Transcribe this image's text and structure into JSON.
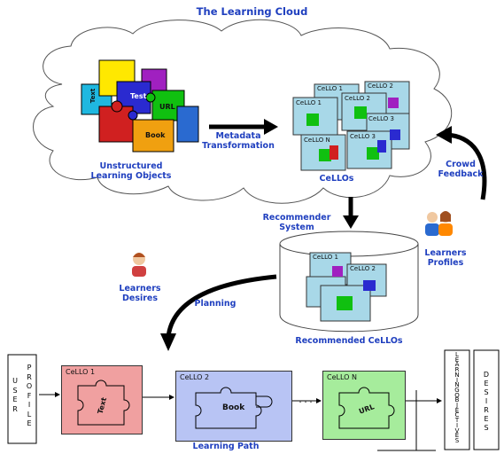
{
  "title": "The Learning Cloud",
  "labels": {
    "unstructured": [
      "Unstructured",
      "Learning Objects"
    ],
    "metadata": [
      "Metadata",
      "Transformation"
    ],
    "cellos": "CeLLOs",
    "crowd": [
      "Crowd",
      "Feedback"
    ],
    "recommender": [
      "Recommender",
      "System"
    ],
    "learners_profiles": [
      "Learners",
      "Profiles"
    ],
    "learners_desires": [
      "Learners",
      "Desires"
    ],
    "planning": "Planning",
    "recommended": "Recommended CeLLOs",
    "learning_path": "Learning Path"
  },
  "puzzle_words": [
    "Test",
    "Text",
    "URL",
    "Book"
  ],
  "cloud_cards": [
    "CeLLO 1",
    "CeLLO 2",
    "CeLLO 3",
    "CeLLO N"
  ],
  "path": {
    "user_profile": [
      "U",
      "S",
      "E",
      "R",
      "",
      "P",
      "R",
      "O",
      "F",
      "I",
      "L",
      "E"
    ],
    "cells": [
      {
        "title": "CeLLO 1",
        "word": "Text",
        "color": "#f0a0a0"
      },
      {
        "title": "CeLLO 2",
        "word": "Book",
        "color": "#b8c4f4"
      },
      {
        "title": "CeLLO N",
        "word": "URL",
        "color": "#a6ec9c"
      }
    ],
    "ellipsis": "· · ·",
    "learning_objectives": [
      "L",
      "E",
      "A",
      "R",
      "N",
      "I",
      "N",
      "G",
      "",
      "O",
      "B",
      "J",
      "E",
      "C",
      "T",
      "I",
      "V",
      "E",
      "S"
    ],
    "desires": [
      "D",
      "E",
      "S",
      "I",
      "R",
      "E",
      "S"
    ]
  },
  "colors": {
    "label_blue": "#1f3fbf",
    "puzzle_colors": [
      "#ffe800",
      "#1fb8e0",
      "#d02020",
      "#2a2ad0",
      "#10c010",
      "#f0a010",
      "#a020c0"
    ]
  }
}
